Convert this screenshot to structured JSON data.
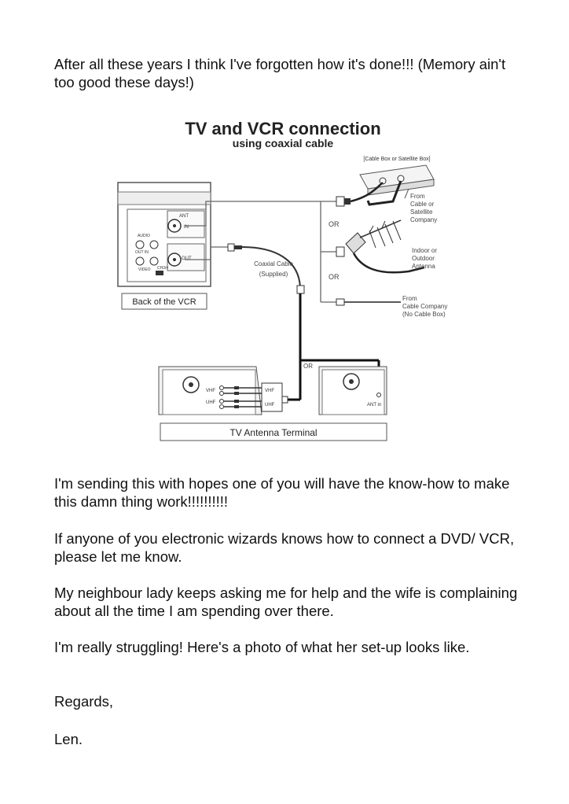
{
  "letter": {
    "intro": "After all these years I think I've forgotten how it's done!!! (Memory ain't too good these days!)",
    "sending": "I'm sending this with  hopes one of you will have the know-how to make this  damn thing  work!!!!!!!!!!",
    "dvd": "If anyone of you electronic wizards knows how to connect a DVD/ VCR,  please let me know.",
    "neighbour": "My neighbour lady keeps asking me for help and the wife is complaining about all the time I am spending over there.",
    "struggling": "I'm  really struggling!   Here's a photo of  what  her set-up looks like.",
    "regards": "Regards,",
    "signature": "Len."
  },
  "diagram": {
    "title": "TV and VCR connection",
    "subtitle": "using coaxial cable",
    "cable_box_label": "[Cable Box or Satellite Box]",
    "from_cable_sat": [
      "From",
      "Cable or",
      "Satellite",
      "Company"
    ],
    "antenna_label": [
      "Indoor or",
      "Outdoor",
      "Antenna"
    ],
    "from_cable_co": [
      "From",
      "Cable Company",
      "(No Cable Box)"
    ],
    "or_1": "OR",
    "or_2": "OR",
    "or_3": "OR",
    "coax_label": [
      "Coaxial Cable",
      "(Supplied)"
    ],
    "back_of_vcr": "Back of the VCR",
    "ant_in": [
      "ANT",
      "IN"
    ],
    "out": "OUT",
    "audio": "AUDIO",
    "out_in": "OUT    IN",
    "video": "VIDEO",
    "ch34": "CH3/4",
    "vhf_left": "VHF",
    "uhf_left": "UHF",
    "vhf_adapter": "VHF",
    "uhf_adapter": "UHF",
    "ant_in_tv": "ANT in",
    "tv_terminal": "TV Antenna Terminal"
  }
}
